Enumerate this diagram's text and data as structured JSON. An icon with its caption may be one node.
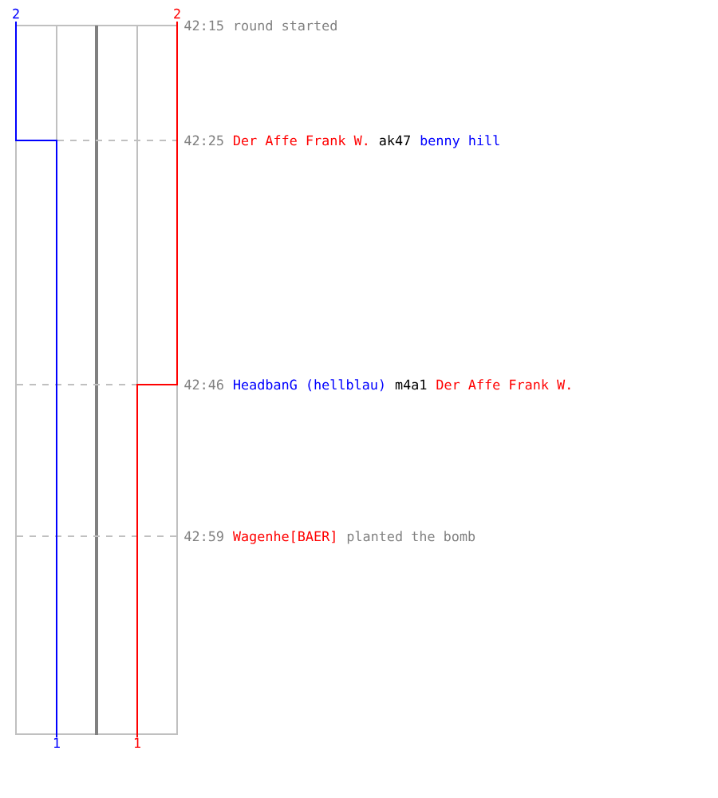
{
  "diagram": {
    "labels": [
      "2",
      "2",
      "42:15",
      "round started",
      "42:25",
      "Der Affe Frank W.",
      "ak47",
      "benny hill",
      "42:46",
      "HeadbanG (hellblau)",
      "m4a1",
      "Der Affe Frank W.",
      "42:59",
      "Wagenhe[BAER]",
      "planted the bomb",
      "1",
      "1"
    ]
  }
}
